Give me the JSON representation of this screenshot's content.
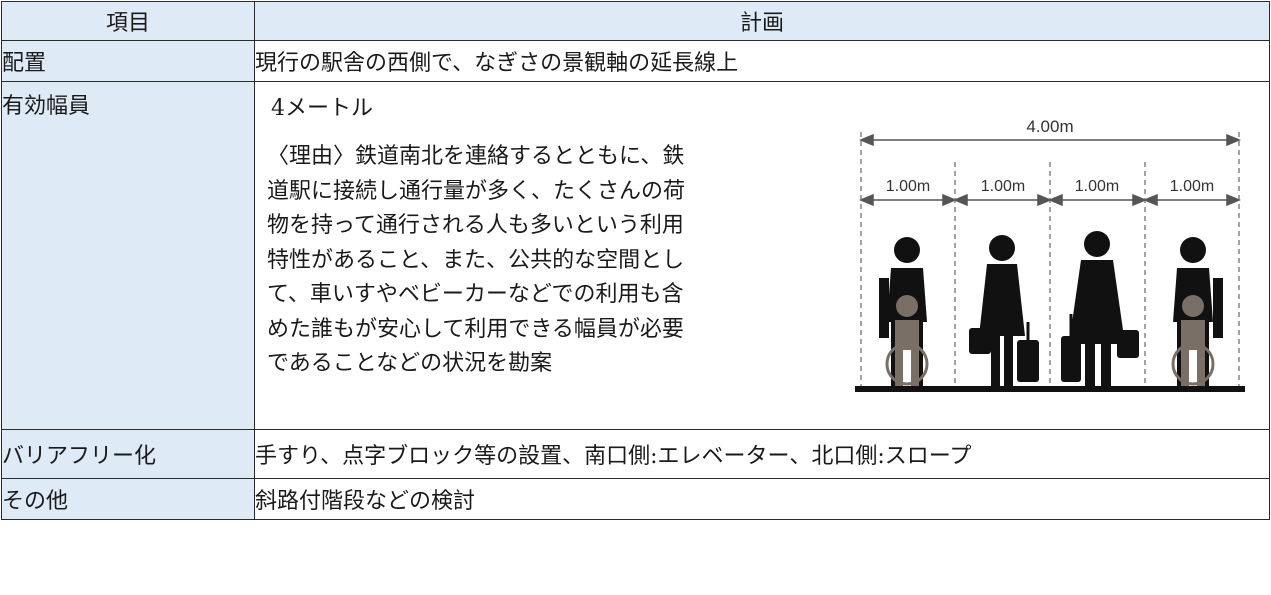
{
  "table": {
    "header": {
      "item": "項目",
      "plan": "計画"
    },
    "rows": [
      {
        "item": "配置",
        "value": "現行の駅舎の西側で、なぎさの景観軸の延長線上"
      },
      {
        "item": "有効幅員",
        "value": "4メートル",
        "reason": "〈理由〉鉄道南北を連絡するとともに、鉄\n道駅に接続し通行量が多く、たくさんの荷\n物を持って通行される人も多いという利用\n特性があること、また、公共的な空間とし\nて、車いすやベビーカーなどでの利用も含\nめた誰もが安心して利用できる幅員が必要\nであることなどの状況を勘案"
      },
      {
        "item": "バリアフリー化",
        "value": "手すり、点字ブロック等の設置、南口側:エレベーター、北口側:スロープ"
      },
      {
        "item": "その他",
        "value": "斜路付階段などの検討"
      }
    ]
  },
  "figure": {
    "total_label": "4.00m",
    "lane_labels": [
      "1.00m",
      "1.00m",
      "1.00m",
      "1.00m"
    ],
    "lanes": [
      "wheelchair-user-with-helper",
      "pedestrian-with-luggage",
      "pedestrian-with-suitcase",
      "wheelchair-user-with-helper"
    ]
  }
}
